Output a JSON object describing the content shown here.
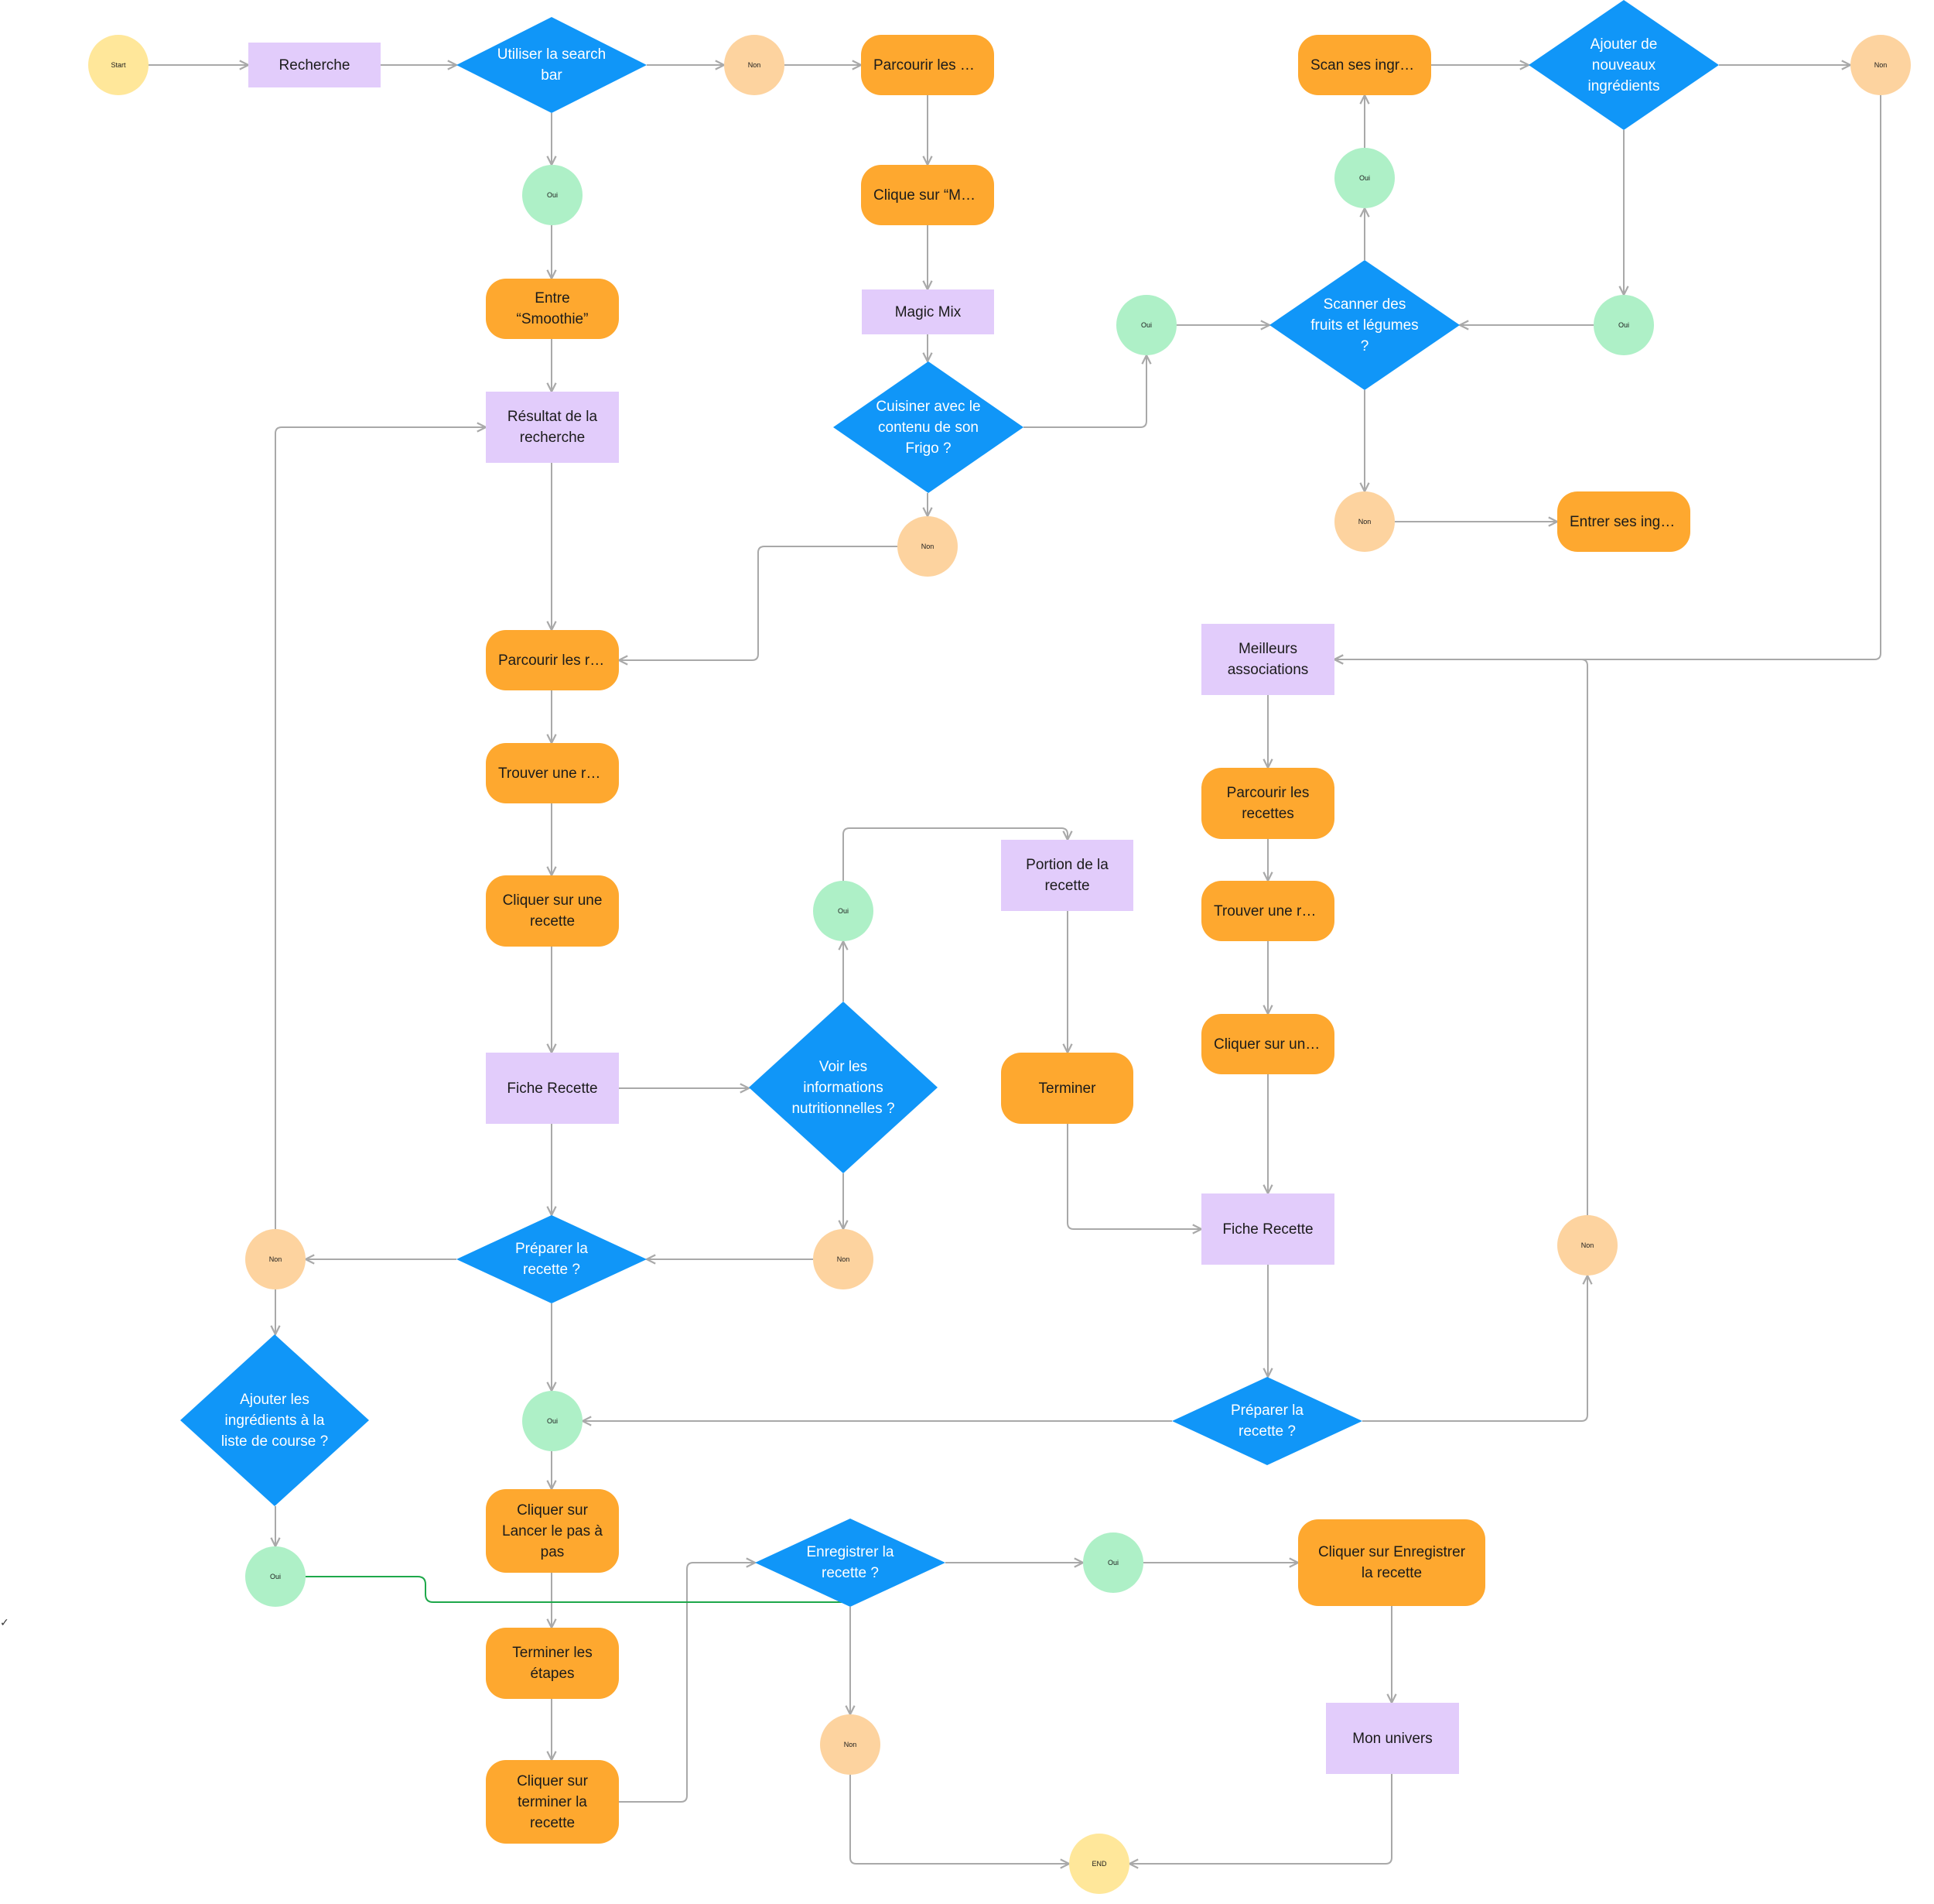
{
  "colors": {
    "decision": "#1096f8",
    "action": "#fea82f",
    "screen": "#e2ccfb",
    "yes": "#aef0c7",
    "no": "#fdd39f",
    "terminal": "#ffe79a",
    "edge": "#a9a9a9",
    "highlight_edge": "#1ea84a"
  },
  "nodes": {
    "start": "Start",
    "end": "END",
    "recherche": "Recherche",
    "search_decision": "Utiliser la search bar",
    "search_non": "Non",
    "parcourir_ca": "Parcourir les ca…",
    "clique_ma": "Clique sur “Ma…",
    "magic_mix": "Magic Mix",
    "frigo_decision": "Cuisiner avec le contenu de son Frigo ?",
    "frigo_non": "Non",
    "frigo_oui": "Oui",
    "scanner_decision": "Scanner des fruits et légumes ?",
    "scanner_oui": "Oui",
    "scan_ingre": "Scan ses ingré…",
    "ajouter_nouveaux_decision": "Ajouter de nouveaux ingrédients",
    "nouveaux_non": "Non",
    "nouveaux_oui": "Oui",
    "scanner_non": "Non",
    "entrer_ingr": "Entrer ses ingr…",
    "search_oui": "Oui",
    "entre_smoothie": "Entre “Smoothie”",
    "resultat_recherche": "Résultat de la recherche",
    "parcourir_re": "Parcourir les re…",
    "trouver_re_left": "Trouver une re…",
    "cliquer_recette": "Cliquer sur une recette",
    "fiche_recette_left": "Fiche Recette",
    "nutrition_decision": "Voir les informations nutritionnelles ?",
    "nutrition_oui": "Oui",
    "nutrition_non": "Non",
    "portion_recette": "Portion de la recette",
    "terminer": "Terminer",
    "meilleurs_associations": "Meilleurs associations",
    "parcourir_recettes_right": "Parcourir les recettes",
    "trouver_re_right": "Trouver une re…",
    "cliquer_une_right": "Cliquer sur une…",
    "fiche_recette_right": "Fiche Recette",
    "preparer_decision_right": "Préparer la recette ?",
    "preparer_right_non": "Non",
    "preparer_decision_left": "Préparer la recette ?",
    "preparer_left_non": "Non",
    "preparer_oui": "Oui",
    "liste_course_decision": "Ajouter les ingrédients à la liste de course ?",
    "liste_course_oui": "Oui",
    "lancer_pas": "Cliquer sur Lancer le pas à pas",
    "terminer_etapes": "Terminer les étapes",
    "cliquer_terminer": "Cliquer sur terminer la recette",
    "enregistrer_decision": "Enregistrer la recette ?",
    "enregistrer_oui": "Oui",
    "enregistrer_non": "Non",
    "cliquer_enregistrer": "Cliquer sur Enregistrer la recette",
    "mon_univers": "Mon univers"
  }
}
